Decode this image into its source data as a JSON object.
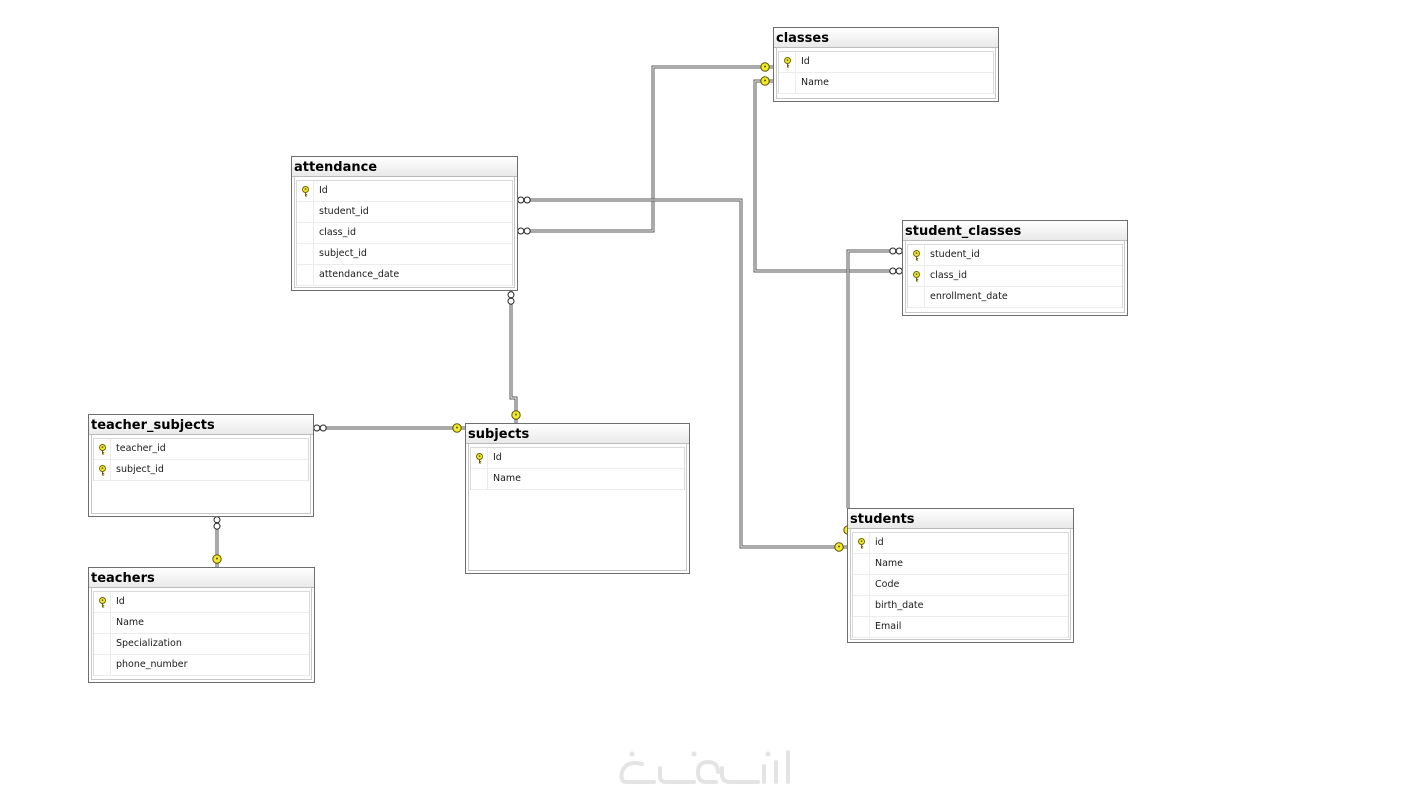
{
  "diagram": {
    "tables": [
      {
        "id": "classes",
        "name": "classes",
        "columns": [
          {
            "name": "Id",
            "pk": true
          },
          {
            "name": "Name",
            "pk": false
          }
        ]
      },
      {
        "id": "attendance",
        "name": "attendance",
        "columns": [
          {
            "name": "Id",
            "pk": true
          },
          {
            "name": "student_id",
            "pk": false
          },
          {
            "name": "class_id",
            "pk": false
          },
          {
            "name": "subject_id",
            "pk": false
          },
          {
            "name": "attendance_date",
            "pk": false
          }
        ]
      },
      {
        "id": "student_classes",
        "name": "student_classes",
        "columns": [
          {
            "name": "student_id",
            "pk": true
          },
          {
            "name": "class_id",
            "pk": true
          },
          {
            "name": "enrollment_date",
            "pk": false
          }
        ]
      },
      {
        "id": "teacher_subjects",
        "name": "teacher_subjects",
        "columns": [
          {
            "name": "teacher_id",
            "pk": true
          },
          {
            "name": "subject_id",
            "pk": true
          }
        ]
      },
      {
        "id": "subjects",
        "name": "subjects",
        "columns": [
          {
            "name": "Id",
            "pk": true
          },
          {
            "name": "Name",
            "pk": false
          }
        ]
      },
      {
        "id": "teachers",
        "name": "teachers",
        "columns": [
          {
            "name": "Id",
            "pk": true
          },
          {
            "name": "Name",
            "pk": false
          },
          {
            "name": "Specialization",
            "pk": false
          },
          {
            "name": "phone_number",
            "pk": false
          }
        ]
      },
      {
        "id": "students",
        "name": "students",
        "columns": [
          {
            "name": "id",
            "pk": true
          },
          {
            "name": "Name",
            "pk": false
          },
          {
            "name": "Code",
            "pk": false
          },
          {
            "name": "birth_date",
            "pk": false
          },
          {
            "name": "Email",
            "pk": false
          }
        ]
      }
    ],
    "relationships": [
      {
        "from": "attendance",
        "from_column": "class_id",
        "to": "classes",
        "to_column": "Id"
      },
      {
        "from": "attendance",
        "from_column": "student_id",
        "to": "students",
        "to_column": "id"
      },
      {
        "from": "attendance",
        "from_column": "subject_id",
        "to": "subjects",
        "to_column": "Id"
      },
      {
        "from": "student_classes",
        "from_column": "class_id",
        "to": "classes",
        "to_column": "Id"
      },
      {
        "from": "student_classes",
        "from_column": "student_id",
        "to": "students",
        "to_column": "id"
      },
      {
        "from": "teacher_subjects",
        "from_column": "subject_id",
        "to": "subjects",
        "to_column": "Id"
      },
      {
        "from": "teacher_subjects",
        "from_column": "teacher_id",
        "to": "teachers",
        "to_column": "Id"
      }
    ]
  },
  "watermark": {
    "text": "خمسات"
  },
  "colors": {
    "key_yellow": "#f2ea2a",
    "line": "#555555",
    "border": "#6e6e6e",
    "header_bg": "#ececec",
    "watermark": "#e6e6e6"
  }
}
